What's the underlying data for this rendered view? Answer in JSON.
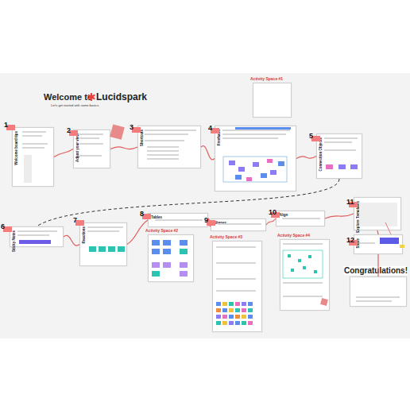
{
  "diagram": {
    "title": "Welcome to",
    "caption": "Let's get started with some basics.",
    "nodes": [
      {
        "text": [
          "Welcome board tips"
        ]
      },
      {
        "text": [
          "Adjust your view"
        ]
      },
      {
        "text": [
          "Shortcuts"
        ]
      },
      {
        "text": [
          "Activity Space #1"
        ]
      },
      {
        "text": [
          "Freehand"
        ]
      },
      {
        "text": [
          "Connection Objects"
        ]
      },
      {
        "text": [
          "Sticky Notes"
        ]
      },
      {
        "text": [
          "Reactions"
        ]
      },
      {
        "text": [
          "Tables"
        ]
      },
      {
        "text": [
          "Activity Space #2"
        ]
      },
      {
        "text": [
          "Shapes"
        ]
      },
      {
        "text": [
          "Activity Space #3"
        ]
      },
      {
        "text": [
          "Align"
        ]
      },
      {
        "text": [
          "Activity Space #4"
        ]
      },
      {
        "text": [
          "Explore Templates"
        ]
      },
      {
        "text": [
          "Share"
        ]
      },
      {
        "text": [
          "Congratulations!"
        ]
      }
    ],
    "edges": [
      {
        "from": 0,
        "to": 1,
        "arrow": "none"
      },
      {
        "from": 1,
        "to": 2,
        "arrow": "none"
      },
      {
        "from": 2,
        "to": 4,
        "arrow": "none"
      },
      {
        "from": 4,
        "to": 5,
        "arrow": "none"
      },
      {
        "from": 5,
        "to": 6,
        "arrow": "none"
      },
      {
        "from": 6,
        "to": 7,
        "arrow": "none"
      },
      {
        "from": 7,
        "to": 8,
        "arrow": "none"
      },
      {
        "from": 8,
        "to": 10,
        "arrow": "none"
      },
      {
        "from": 10,
        "to": 12,
        "arrow": "none"
      },
      {
        "from": 12,
        "to": 14,
        "arrow": "none"
      },
      {
        "from": 14,
        "to": 15,
        "arrow": "none"
      },
      {
        "from": 15,
        "to": 16,
        "arrow": "none"
      }
    ],
    "labels": [
      "Lucidspark",
      "1",
      "2",
      "3",
      "4",
      "5",
      "6",
      "7",
      "8",
      "9",
      "10",
      "11",
      "12"
    ]
  }
}
